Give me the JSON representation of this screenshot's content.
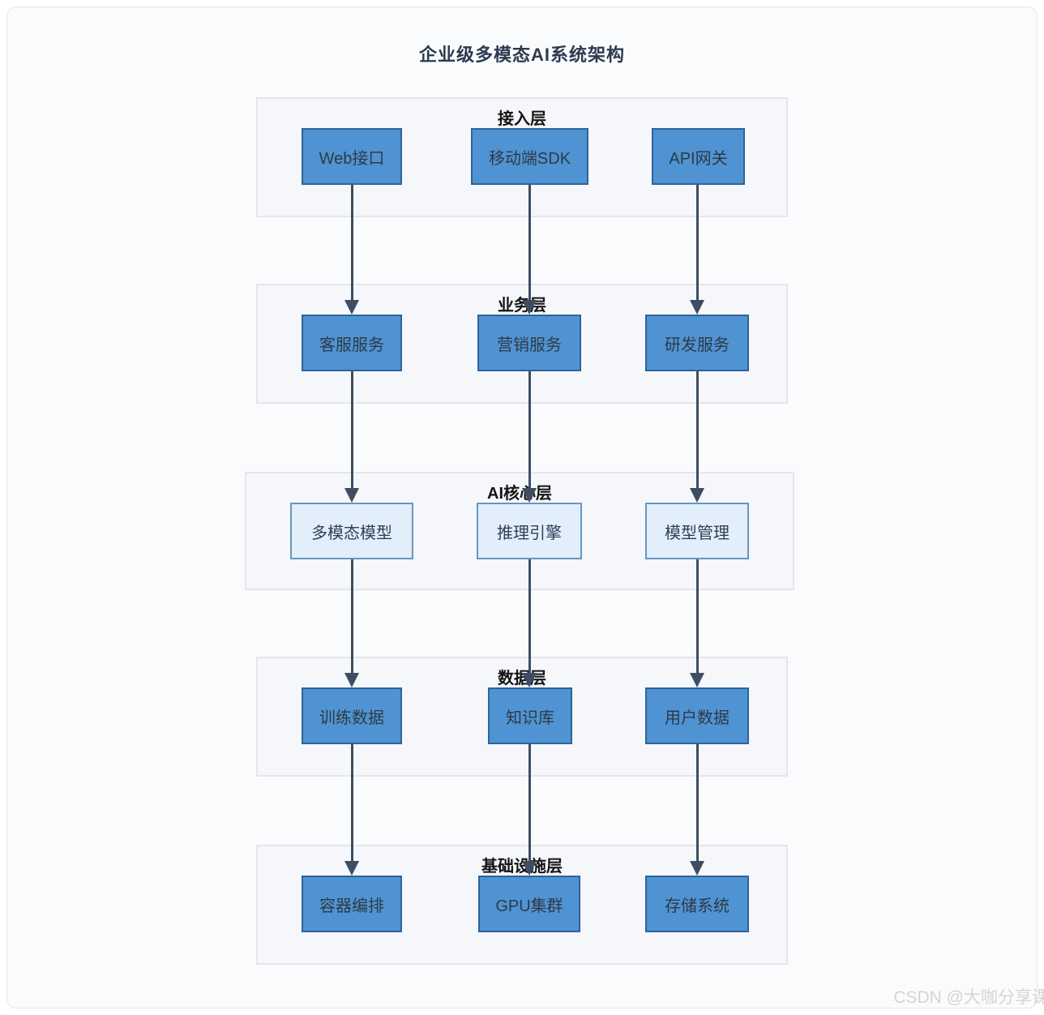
{
  "title": "企业级多模态AI系统架构",
  "watermark": "CSDN @大咖分享课",
  "colors": {
    "node_fill": "#4f93d3",
    "node_border": "#2d6499",
    "node_fill_light": "#e2eefa",
    "node_border_light": "#6596c5",
    "arrow": "#3d4e63",
    "panel_bg": "#f5f7fa",
    "panel_border": "#e4e6e9",
    "card_bg": "#fafbfc",
    "title_color": "#2c3a50",
    "watermark_color": "#d4d4d4"
  },
  "layers": [
    {
      "label": "接入层",
      "nodes": [
        {
          "label": "Web接口"
        },
        {
          "label": "移动端SDK"
        },
        {
          "label": "API网关"
        }
      ]
    },
    {
      "label": "业务层",
      "nodes": [
        {
          "label": "客服服务"
        },
        {
          "label": "营销服务"
        },
        {
          "label": "研发服务"
        }
      ]
    },
    {
      "label": "AI核心层",
      "nodes": [
        {
          "label": "多模态模型"
        },
        {
          "label": "推理引擎"
        },
        {
          "label": "模型管理"
        }
      ]
    },
    {
      "label": "数据层",
      "nodes": [
        {
          "label": "训练数据"
        },
        {
          "label": "知识库"
        },
        {
          "label": "用户数据"
        }
      ]
    },
    {
      "label": "基础设施层",
      "nodes": [
        {
          "label": "容器编排"
        },
        {
          "label": "GPU集群"
        },
        {
          "label": "存储系统"
        }
      ]
    }
  ]
}
